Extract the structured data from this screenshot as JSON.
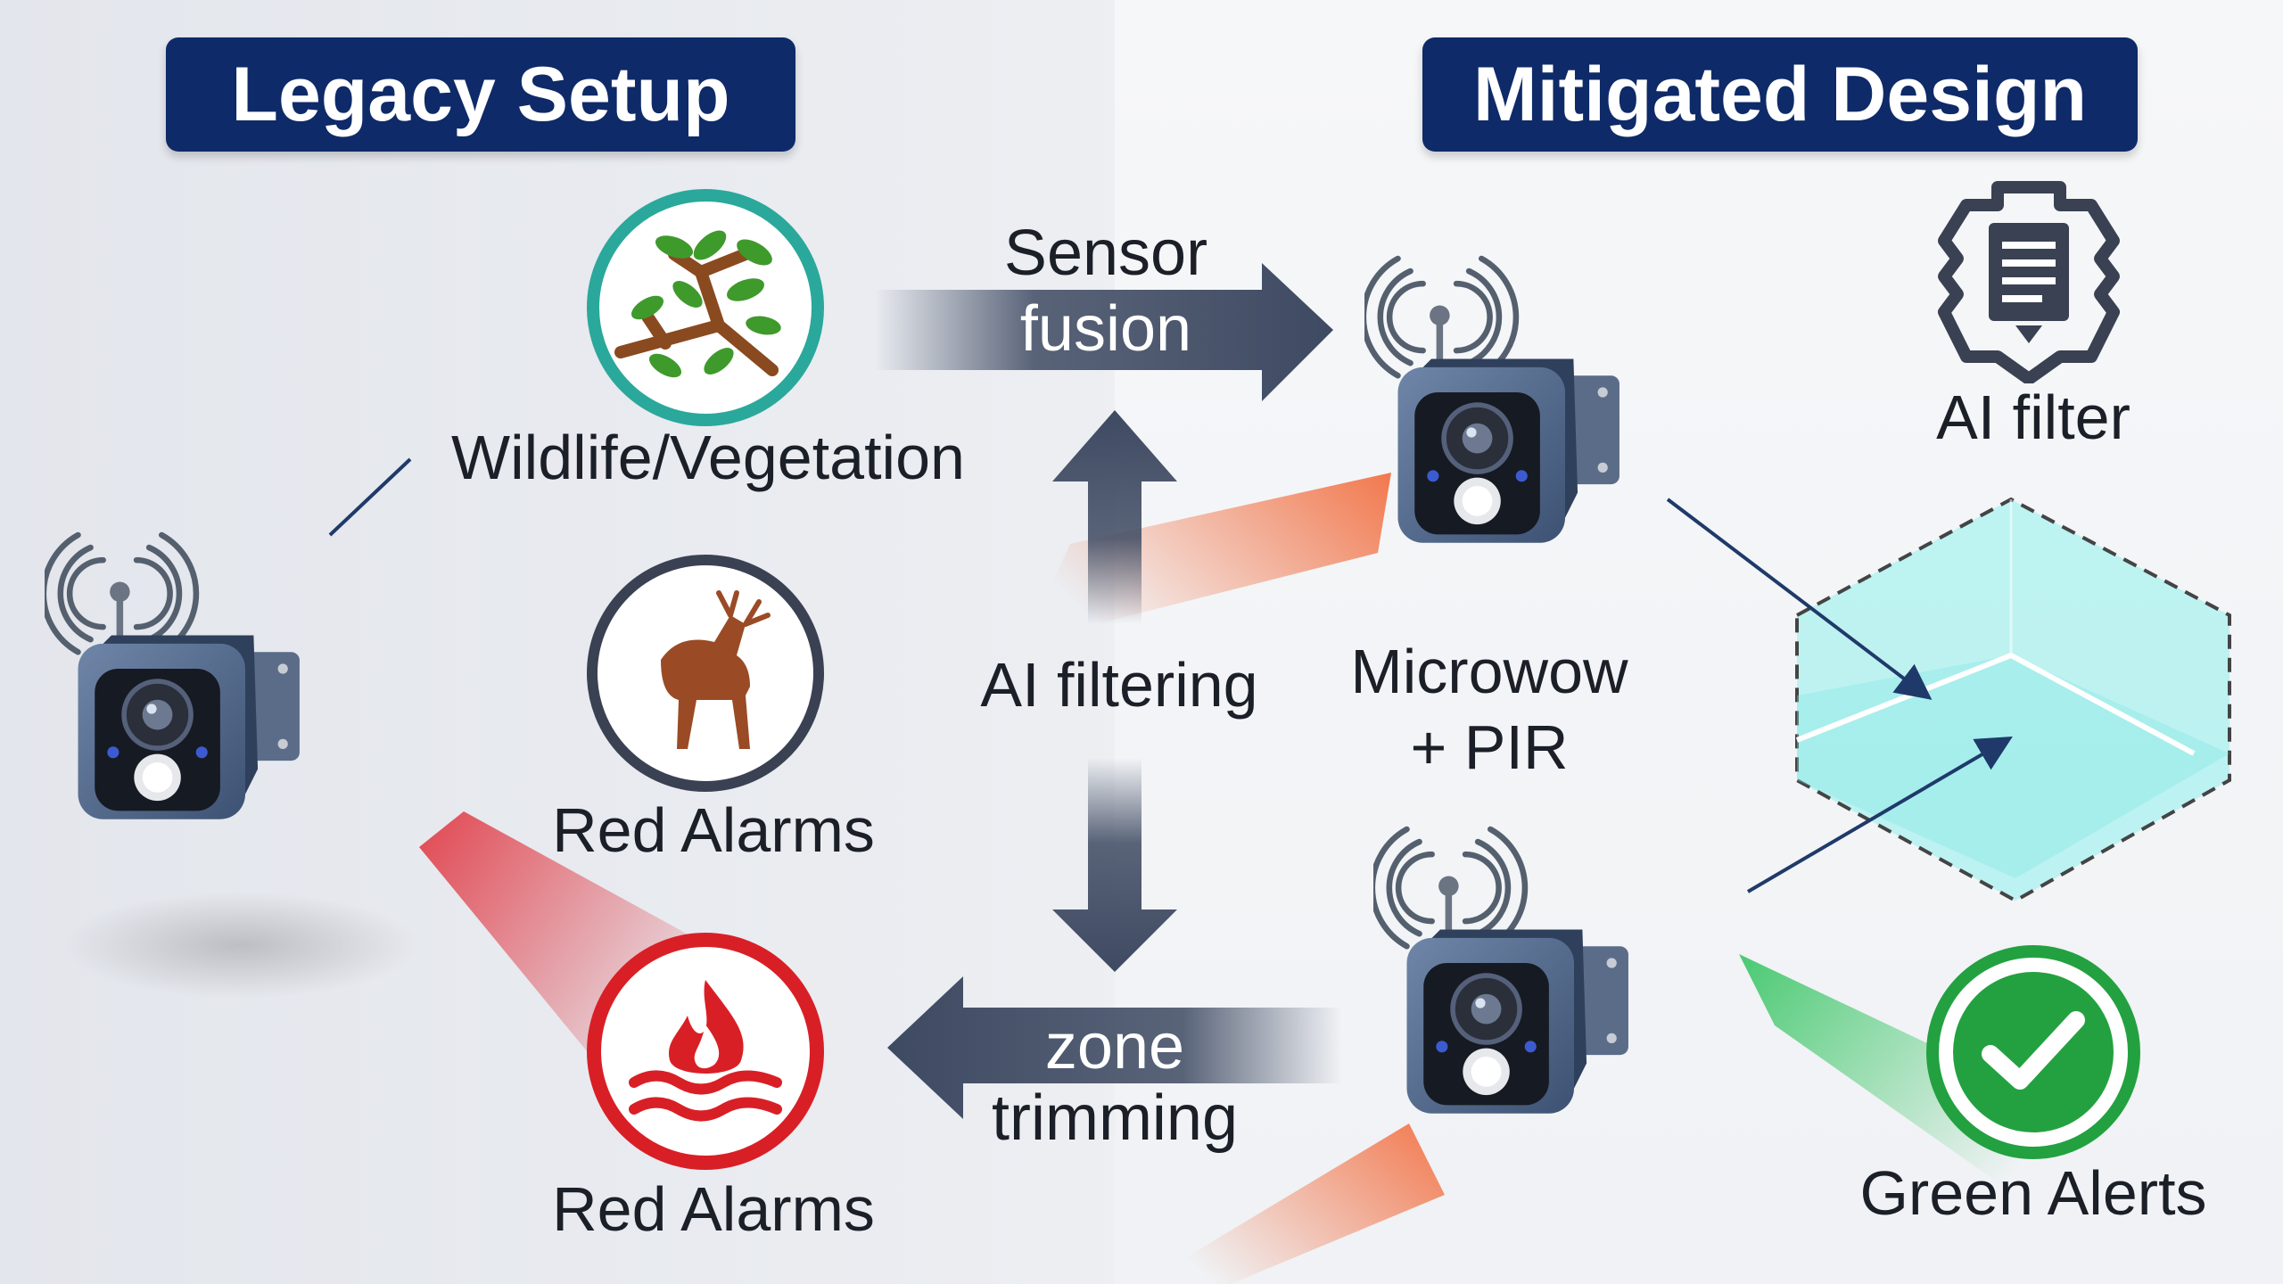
{
  "left_panel": {
    "heading": "Legacy Setup",
    "labels": {
      "wildlife": "Wildlife/Vegetation",
      "red_alarms_1": "Red Alarms",
      "red_alarms_2": "Red Alarms"
    },
    "icons": [
      "tree-branch-icon",
      "deer-icon",
      "fire-water-icon"
    ]
  },
  "right_panel": {
    "heading": "Mitigated Design",
    "labels": {
      "sensor_line1": "Microwow",
      "sensor_line2": "+ PIR",
      "ai_filter": "AI filter",
      "green_alerts": "Green Alerts"
    },
    "icons": [
      "ai-chip-icon",
      "check-icon"
    ]
  },
  "arrows": {
    "sensor_fusion": [
      "Sensor",
      "fusion"
    ],
    "ai_filtering": "AI filtering",
    "zone_trimming": [
      "zone",
      "trimming"
    ]
  },
  "colors": {
    "heading_bg": "#0e2a68",
    "teal": "#2aa89b",
    "red": "#d91f26",
    "green": "#23a140",
    "navy_circle": "#3a4152",
    "arrow": "#3e4a62",
    "zone_fill": "#8ff0ec"
  }
}
